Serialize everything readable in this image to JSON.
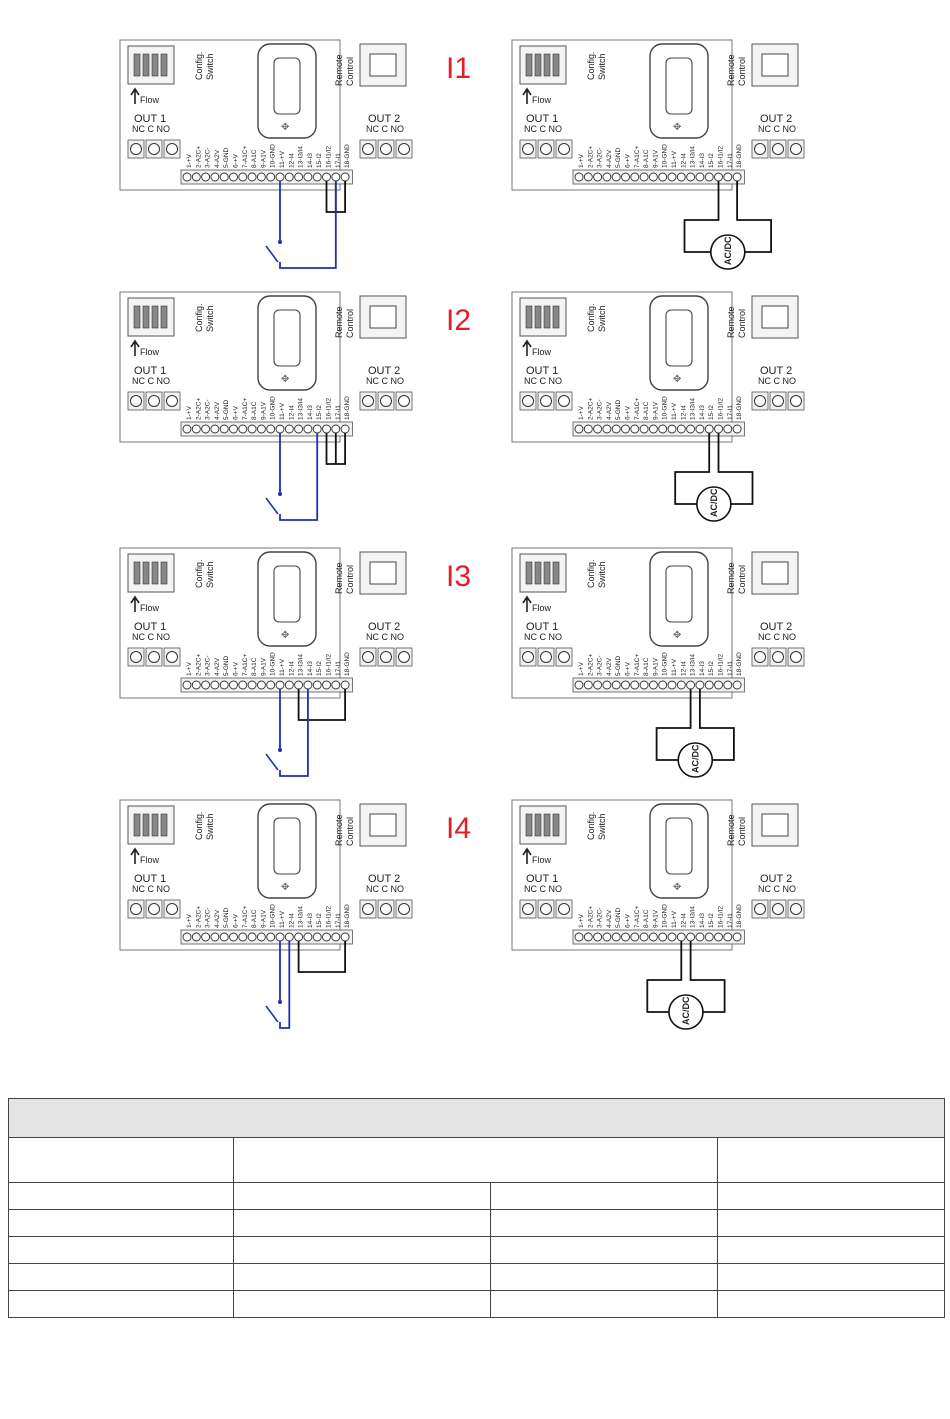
{
  "board": {
    "config_switch": "Config. Switch",
    "remote_control": "Remote Control",
    "flow": "Flow",
    "out1_title": "OUT 1",
    "out2_title": "OUT 2",
    "contacts": "NC C NO",
    "source_label": "AC/DC"
  },
  "configs": [
    {
      "label": "I1",
      "terminals": [
        "1-+V",
        "2-A2C+",
        "3-A2C-",
        "4-A2V",
        "5-GND",
        "6-+V",
        "7-A1C+",
        "8-A1C",
        "9-A1V",
        "10-GND",
        "11-+V",
        "12-I4",
        "13-I3/I4",
        "14-I3",
        "15-I2",
        "16-I1/I2",
        "17-I1",
        "18-GND"
      ],
      "dry_contact": {
        "a": 11,
        "b": 17
      },
      "jumpers": [
        [
          16,
          18
        ]
      ],
      "source": {
        "a": 16,
        "b": 18
      }
    },
    {
      "label": "I2",
      "terminals": [
        "1-+V",
        "2-A2C+",
        "3-A2C-",
        "4-A2V",
        "5-GND",
        "6-+V",
        "7-A1C+",
        "8-A1C",
        "9-A1V",
        "10-GND",
        "11-+V",
        "12-I4",
        "13-I3/I4",
        "14-I3",
        "15-I2",
        "16-I1/I2",
        "17-I1",
        "18-GND"
      ],
      "dry_contact": {
        "a": 11,
        "b": 15
      },
      "jumpers": [
        [
          16,
          18
        ]
      ],
      "source": {
        "a": 15,
        "b": 16
      }
    },
    {
      "label": "I3",
      "terminals": [
        "1-+V",
        "2-A2C+",
        "3-A2C-",
        "4-A2V",
        "5-GND",
        "6-+V",
        "7-A1C+",
        "8-A1C",
        "9-A1V",
        "10-GND",
        "11-+V",
        "12-I4",
        "13-I3/I4",
        "14-I3",
        "15-I2",
        "16-I1/I2",
        "17-I1",
        "18-GND"
      ],
      "dry_contact": {
        "a": 11,
        "b": 14
      },
      "jumpers": [
        [
          13,
          18
        ]
      ],
      "source": {
        "a": 13,
        "b": 14
      }
    },
    {
      "label": "I4",
      "terminals": [
        "1-+V",
        "2-A2C+",
        "3-A2C-",
        "4-A2V",
        "5-GND",
        "6-+V",
        "7-A1C+",
        "8-A1C",
        "9-A1V",
        "10-GND",
        "11-+V",
        "12-I4",
        "13-I3/I4",
        "14-I3",
        "15-I2",
        "16-I1/I2",
        "17-I1",
        "18-GND"
      ],
      "dry_contact": {
        "a": 11,
        "b": 12
      },
      "jumpers": [
        [
          13,
          18
        ]
      ],
      "source": {
        "a": 12,
        "b": 13
      }
    }
  ],
  "colors": {
    "wire_dry": "#1f2fb8",
    "wire_black": "#111111",
    "label_red": "#e31e24",
    "line": "#777777"
  }
}
